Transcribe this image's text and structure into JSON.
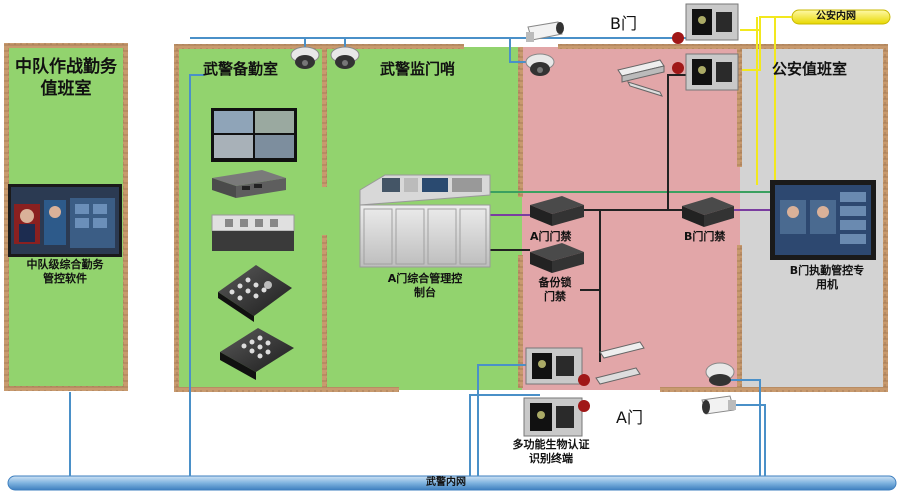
{
  "rooms": {
    "squad": "中队作战勤务值班室",
    "standby": "武警备勤室",
    "sentry": "武警监门哨",
    "police": "公安值班室"
  },
  "devices": {
    "squad_software": "中队级综合勤务管控软件",
    "a_console": "A门综合管理控制台",
    "a_access": "A门门禁",
    "backup_access": "备份锁门禁",
    "b_access": "B门门禁",
    "b_terminal": "B门执勤管控专用机",
    "bio_terminal": "多功能生物认证识别终端"
  },
  "doors": {
    "a": "A门",
    "b": "B门"
  },
  "networks": {
    "police": "公安内网",
    "armed": "武警内网"
  },
  "colors": {
    "room_green": "#92d36e",
    "room_pink": "#e2a6a8",
    "room_gray": "#d3d3d3",
    "wall": "#c89a6e",
    "net_blue": "#4a90c8",
    "net_yellow": "#f2e81e",
    "link_green": "#3aa060",
    "link_purple": "#7a3da0",
    "link_black": "#222222"
  }
}
